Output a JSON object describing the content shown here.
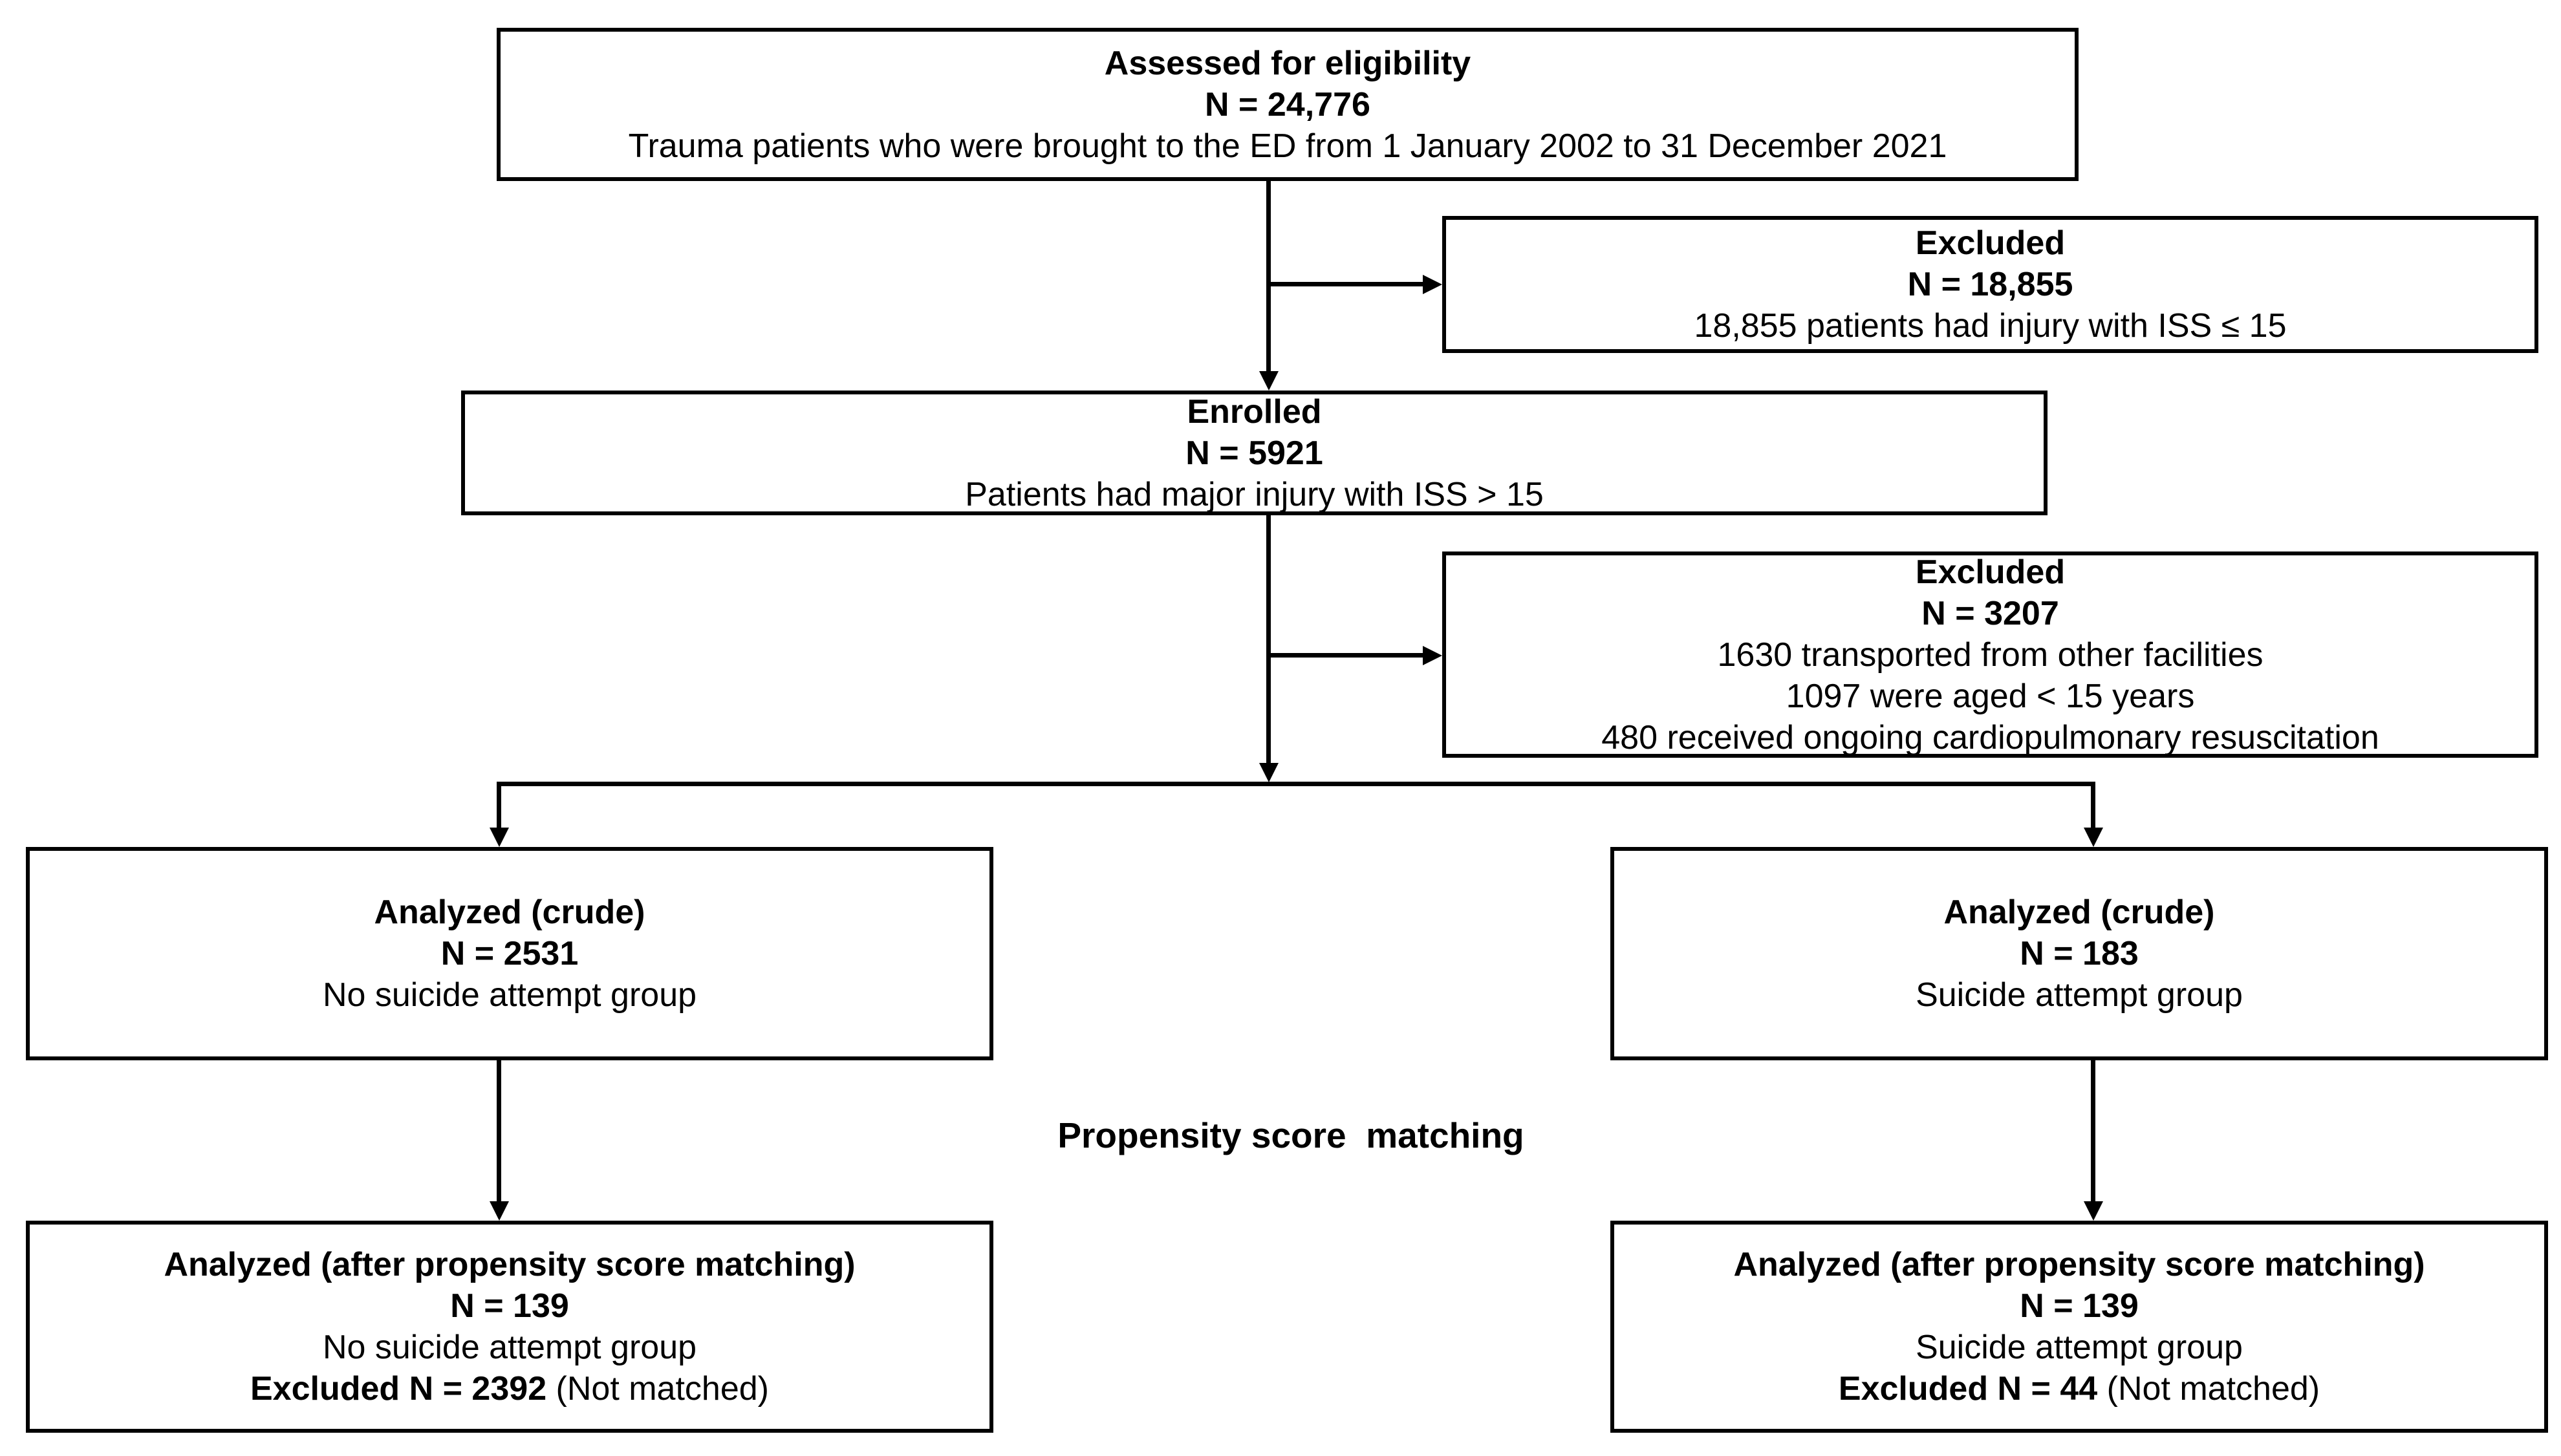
{
  "labels": {
    "propensity": "Propensity score  matching"
  },
  "colors": {
    "line": "#000000",
    "box_border": "#000000",
    "background": "#ffffff",
    "text": "#000000"
  },
  "boxes": {
    "assessed": {
      "lines": [
        {
          "segments": [
            {
              "text": "Assessed for eligibility",
              "bold": true
            }
          ]
        },
        {
          "segments": [
            {
              "text": "N = 24,776",
              "bold": true
            }
          ]
        },
        {
          "segments": [
            {
              "text": "Trauma patients who were brought to the ED from 1 January 2002 to 31 December 2021",
              "bold": false
            }
          ]
        }
      ]
    },
    "excluded1": {
      "lines": [
        {
          "segments": [
            {
              "text": "Excluded",
              "bold": true
            }
          ]
        },
        {
          "segments": [
            {
              "text": "N = 18,855",
              "bold": true
            }
          ]
        },
        {
          "segments": [
            {
              "text": "18,855 patients had injury with ISS ≤ 15",
              "bold": false
            }
          ]
        }
      ]
    },
    "enrolled": {
      "lines": [
        {
          "segments": [
            {
              "text": "Enrolled",
              "bold": true
            }
          ]
        },
        {
          "segments": [
            {
              "text": "N = 5921",
              "bold": true
            }
          ]
        },
        {
          "segments": [
            {
              "text": "Patients had major injury with ISS > 15",
              "bold": false
            }
          ]
        }
      ]
    },
    "excluded2": {
      "lines": [
        {
          "segments": [
            {
              "text": "Excluded",
              "bold": true
            }
          ]
        },
        {
          "segments": [
            {
              "text": "N = 3207",
              "bold": true
            }
          ]
        },
        {
          "segments": [
            {
              "text": "1630 transported from other facilities",
              "bold": false
            }
          ]
        },
        {
          "segments": [
            {
              "text": "1097 were aged < 15 years",
              "bold": false
            }
          ]
        },
        {
          "segments": [
            {
              "text": "480 received ongoing cardiopulmonary resuscitation",
              "bold": false
            }
          ]
        }
      ]
    },
    "crude_no_suicide": {
      "lines": [
        {
          "segments": [
            {
              "text": "Analyzed (crude)",
              "bold": true
            }
          ]
        },
        {
          "segments": [
            {
              "text": "N = 2531",
              "bold": true
            }
          ]
        },
        {
          "segments": [
            {
              "text": "No suicide attempt group",
              "bold": false
            }
          ]
        }
      ]
    },
    "crude_suicide": {
      "lines": [
        {
          "segments": [
            {
              "text": "Analyzed (crude)",
              "bold": true
            }
          ]
        },
        {
          "segments": [
            {
              "text": "N = 183",
              "bold": true
            }
          ]
        },
        {
          "segments": [
            {
              "text": "Suicide attempt group",
              "bold": false
            }
          ]
        }
      ]
    },
    "matched_no_suicide": {
      "lines": [
        {
          "segments": [
            {
              "text": "Analyzed (after propensity score matching)",
              "bold": true
            }
          ]
        },
        {
          "segments": [
            {
              "text": "N = 139",
              "bold": true
            }
          ]
        },
        {
          "segments": [
            {
              "text": "No suicide attempt group",
              "bold": false
            }
          ]
        },
        {
          "segments": [
            {
              "text": "Excluded N = 2392",
              "bold": true
            },
            {
              "text": " (Not matched)",
              "bold": false
            }
          ]
        }
      ]
    },
    "matched_suicide": {
      "lines": [
        {
          "segments": [
            {
              "text": "Analyzed (after propensity score matching)",
              "bold": true
            }
          ]
        },
        {
          "segments": [
            {
              "text": "N = 139",
              "bold": true
            }
          ]
        },
        {
          "segments": [
            {
              "text": "Suicide attempt group",
              "bold": false
            }
          ]
        },
        {
          "segments": [
            {
              "text": "Excluded N = 44",
              "bold": true
            },
            {
              "text": " (Not matched)",
              "bold": false
            }
          ]
        }
      ]
    }
  },
  "flow": [
    {
      "from": "assessed",
      "to": "excluded1"
    },
    {
      "from": "assessed",
      "to": "enrolled"
    },
    {
      "from": "enrolled",
      "to": "excluded2"
    },
    {
      "from": "enrolled",
      "to": "crude_no_suicide"
    },
    {
      "from": "enrolled",
      "to": "crude_suicide"
    },
    {
      "from": "crude_no_suicide",
      "to": "matched_no_suicide"
    },
    {
      "from": "crude_suicide",
      "to": "matched_suicide"
    }
  ]
}
